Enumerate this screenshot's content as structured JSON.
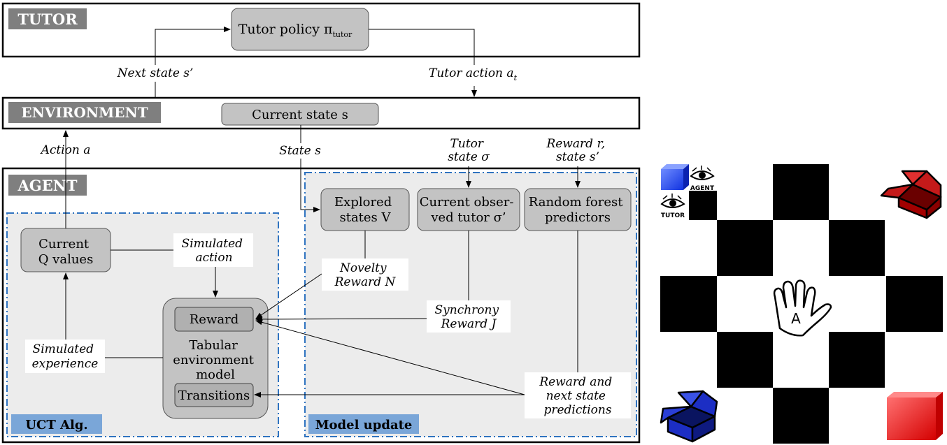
{
  "sections": {
    "tutor": "TUTOR",
    "environment": "ENVIRONMENT",
    "agent": "AGENT",
    "uct": "UCT Alg.",
    "model_update": "Model update"
  },
  "nodes": {
    "tutor_policy": "Tutor policy π",
    "tutor_policy_sub": "tutor",
    "current_state": "Current state s",
    "current_q": [
      "Current",
      "Q values"
    ],
    "explored": [
      "Explored",
      "states V"
    ],
    "observed_tutor": [
      "Current obser-",
      "ved tutor σ’"
    ],
    "random_forest": [
      "Random forest",
      "predictors"
    ],
    "reward": "Reward",
    "tabular": [
      "Tabular",
      "environment",
      "model"
    ],
    "transitions": "Transitions"
  },
  "edge_labels": {
    "next_state": "Next state s’",
    "tutor_action": "Tutor action a",
    "tutor_action_sub": "t",
    "action_a": "Action a",
    "state_s": "State s",
    "tutor_state": [
      "Tutor",
      "state σ"
    ],
    "reward_state": [
      "Reward r,",
      "state s’"
    ],
    "simulated_action": [
      "Simulated",
      "action"
    ],
    "novelty": [
      "Novelty",
      "Reward N"
    ],
    "synchrony": [
      "Synchrony",
      "Reward J"
    ],
    "simulated_experience": [
      "Simulated",
      "experience"
    ],
    "predictions": [
      "Reward and",
      "next state",
      "predictions"
    ]
  },
  "game": {
    "agent_label": "AGENT",
    "tutor_label": "TUTOR",
    "hand_letter": "A"
  },
  "colors": {
    "node_fill": "#c3c3c3",
    "inner_fill": "#b0b0b0",
    "panel_fill": "#ececec",
    "dash_blue": "#2f73c0",
    "label_blue": "#7aa6d8",
    "header_fill": "#7f7f7f",
    "red_box": "#c41a1a",
    "blue_box": "#1c2ec4"
  }
}
